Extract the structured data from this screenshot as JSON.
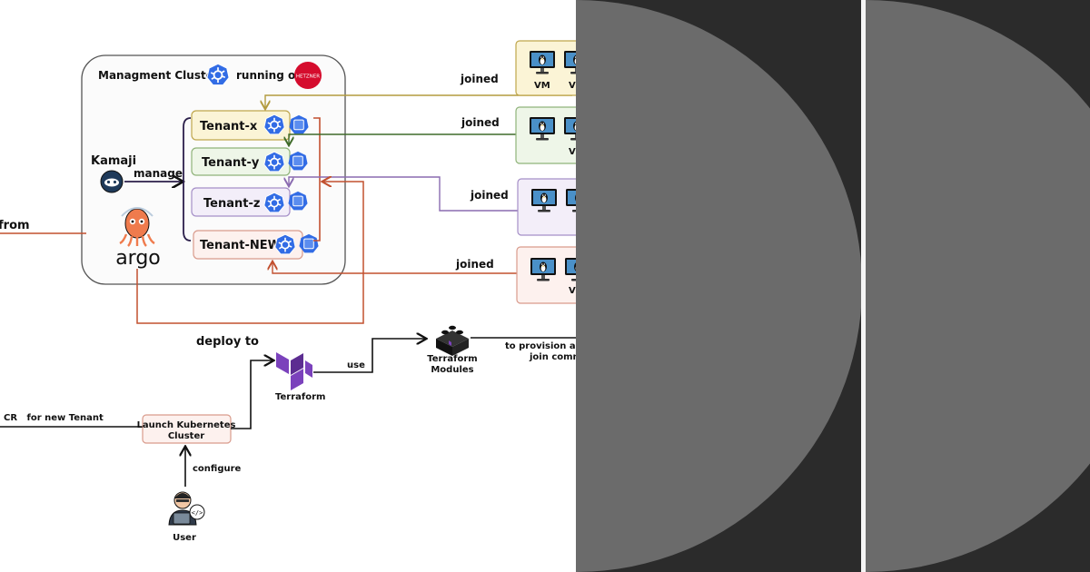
{
  "cluster": {
    "title": "Managment Cluster",
    "running_on": "running on",
    "hetzner_logo_text": "HETZNER"
  },
  "kamaji": {
    "label": "Kamaji",
    "manage": "manage"
  },
  "argo": {
    "label": "argo"
  },
  "tenants": [
    {
      "label": "Tenant-x",
      "fill": "#fbf4d6",
      "stroke": "#bfa64c"
    },
    {
      "label": "Tenant-y",
      "fill": "#eef6e8",
      "stroke": "#8fb37a"
    },
    {
      "label": "Tenant-z",
      "fill": "#f3eef9",
      "stroke": "#a58fc7"
    },
    {
      "label": "Tenant-NEW",
      "fill": "#fdf1ee",
      "stroke": "#d99b8c"
    }
  ],
  "joined": [
    "joined",
    "joined",
    "joined",
    "joined"
  ],
  "vm_groups": [
    {
      "vm_label": "VM",
      "vm_label_2": "V",
      "fill": "#fbf4d6",
      "stroke": "#bfa64c"
    },
    {
      "vm_label": "",
      "vm_label_2": "V",
      "fill": "#eef6e8",
      "stroke": "#8fb37a"
    },
    {
      "vm_label": "",
      "vm_label_2": "",
      "fill": "#f3eef9",
      "stroke": "#a58fc7"
    },
    {
      "vm_label": "",
      "vm_label_2": "V",
      "fill": "#fdf1ee",
      "stroke": "#d99b8c"
    }
  ],
  "left_from": "from",
  "deploy_to": "deploy to",
  "terraform": {
    "label": "Terraform"
  },
  "use": "use",
  "terraform_modules": {
    "line1": "Terraform",
    "line2": "Modules"
  },
  "provision": {
    "line1": "to provision and",
    "line2": "join comm"
  },
  "cr_label": "CR   for new Tenant",
  "launch": {
    "line1": "Launch Kubernetes",
    "line2": "Cluster"
  },
  "configure": "configure",
  "user": "User",
  "colors": {
    "arrow_orange": "#c2502f",
    "arrow_yellow": "#b39b3f",
    "arrow_green": "#3f6b2a",
    "arrow_purple": "#8a6bb0",
    "k8s_blue": "#326ce5",
    "terraform_purple": "#7b42bc",
    "panel_dark": "#2b2b2b",
    "panel_circle": "#6b6b6b"
  },
  "icons": [
    "kubernetes-icon",
    "hetzner-logo",
    "kamaji-icon",
    "argo-octopus-icon",
    "linux-monitor-icon",
    "terraform-icon",
    "lego-block-icon",
    "user-avatar-icon"
  ]
}
